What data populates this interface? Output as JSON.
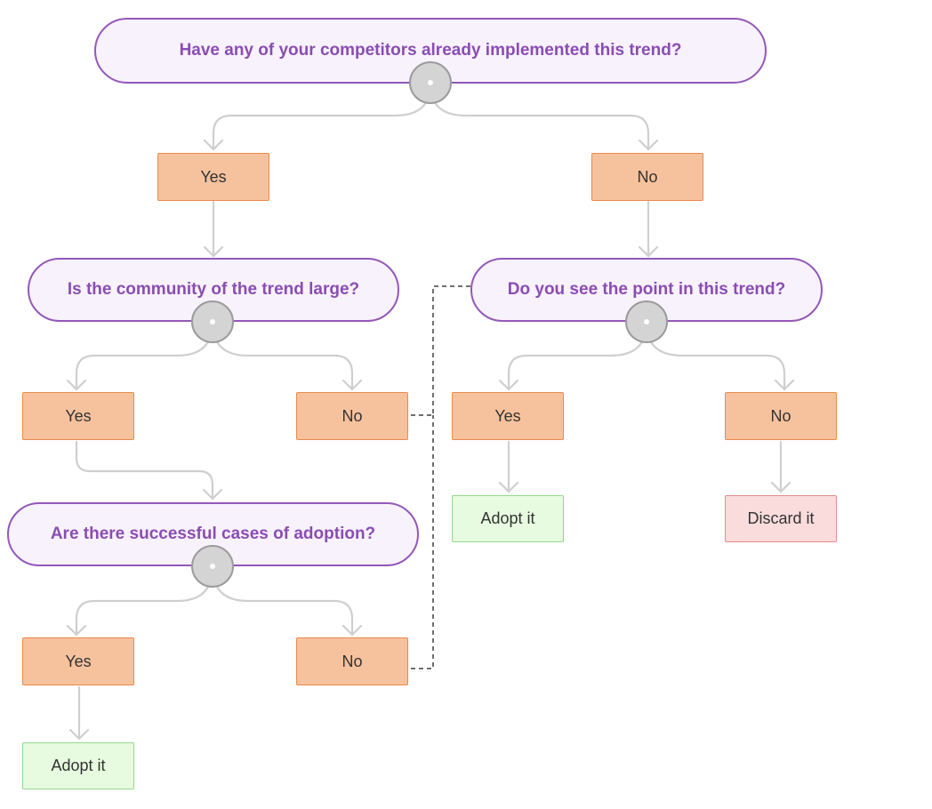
{
  "questions": {
    "q1": "Have any of your competitors already implemented this trend?",
    "q2": "Is the community of the trend large?",
    "q3": "Do you see the point in this trend?",
    "q4": "Are there successful cases of adoption?"
  },
  "answers": {
    "yes": "Yes",
    "no": "No"
  },
  "results": {
    "adopt": "Adopt it",
    "discard": "Discard it"
  },
  "colors": {
    "question_fill": "#f8f2fd",
    "question_border": "#9458b8",
    "question_text": "#8a4db3",
    "answer_fill": "#f6c29d",
    "answer_border": "#ea8a4b",
    "adopt_fill": "#e6fbdf",
    "discard_fill": "#fadcdc",
    "connector": "#cfcfcf",
    "dashed_connector": "#6e6e6e"
  }
}
